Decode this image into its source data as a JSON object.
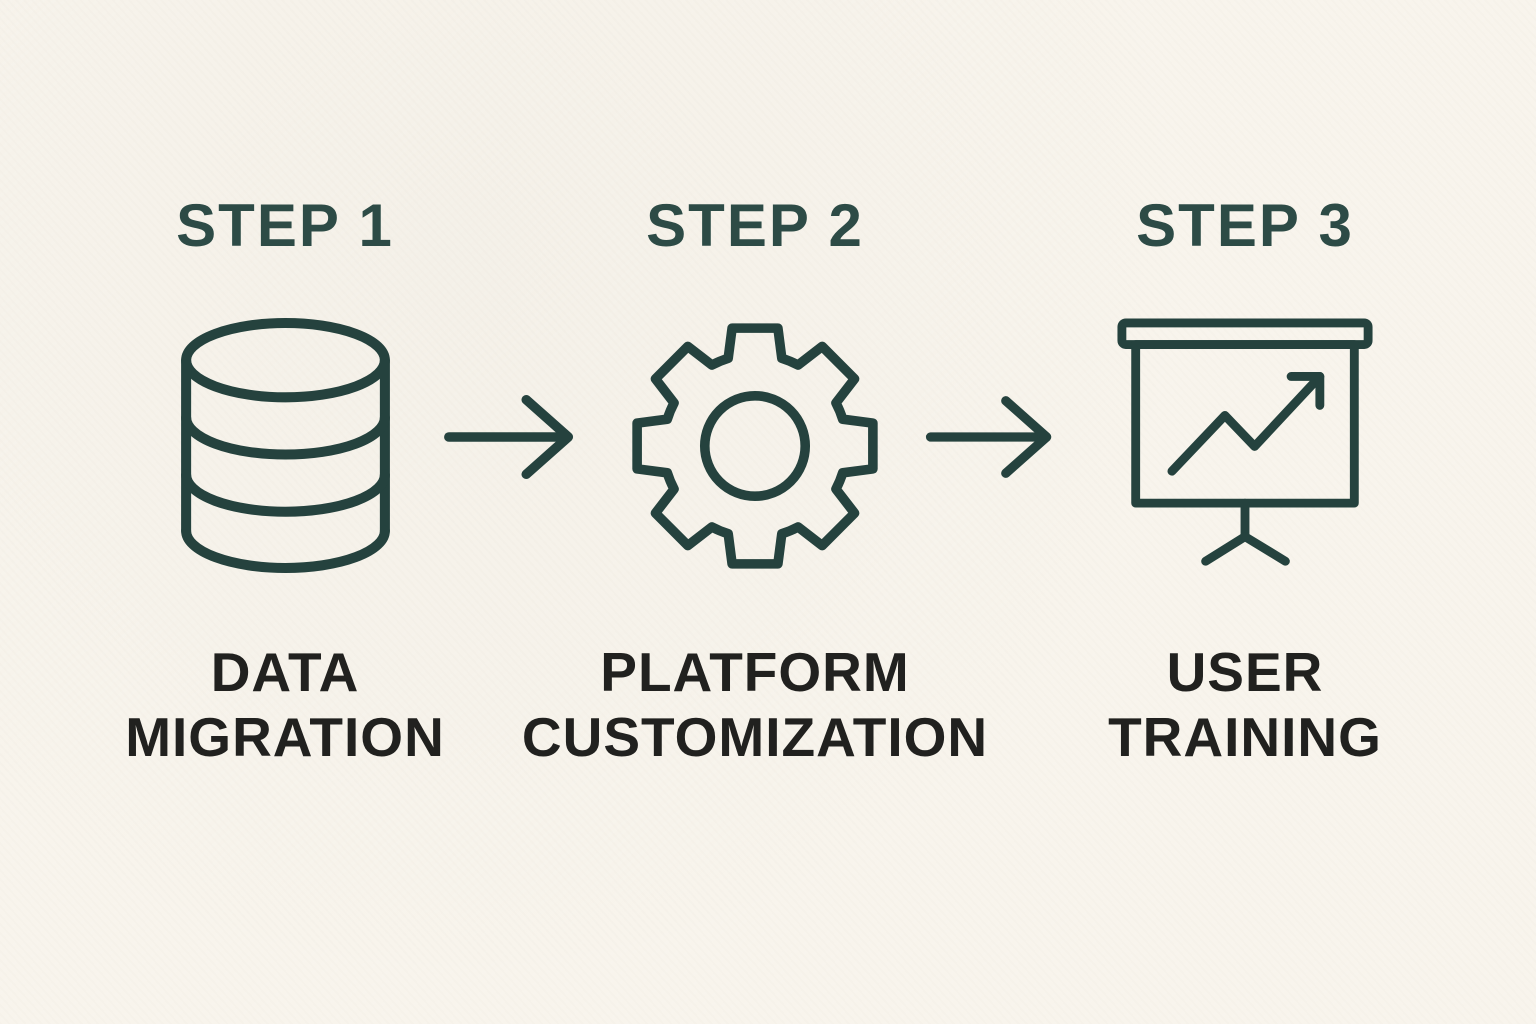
{
  "title": "Three step onboarding process diagram",
  "colors": {
    "background": "#f8f4ec",
    "header_teal": "#2d4b46",
    "icon_stroke": "#25423e",
    "label_ink": "#21211f"
  },
  "steps": [
    {
      "header": "STEP 1",
      "label_lines": [
        "DATA",
        "MIGRATION"
      ],
      "icon": "database-icon"
    },
    {
      "header": "STEP 2",
      "label_lines": [
        "PLATFORM",
        "CUSTOMIZATION"
      ],
      "icon": "gear-icon"
    },
    {
      "header": "STEP 3",
      "label_lines": [
        "USER",
        "TRAINING"
      ],
      "icon": "presentation-chart-icon"
    }
  ],
  "arrows": [
    {
      "icon": "arrow-right-icon"
    },
    {
      "icon": "arrow-right-icon"
    }
  ]
}
